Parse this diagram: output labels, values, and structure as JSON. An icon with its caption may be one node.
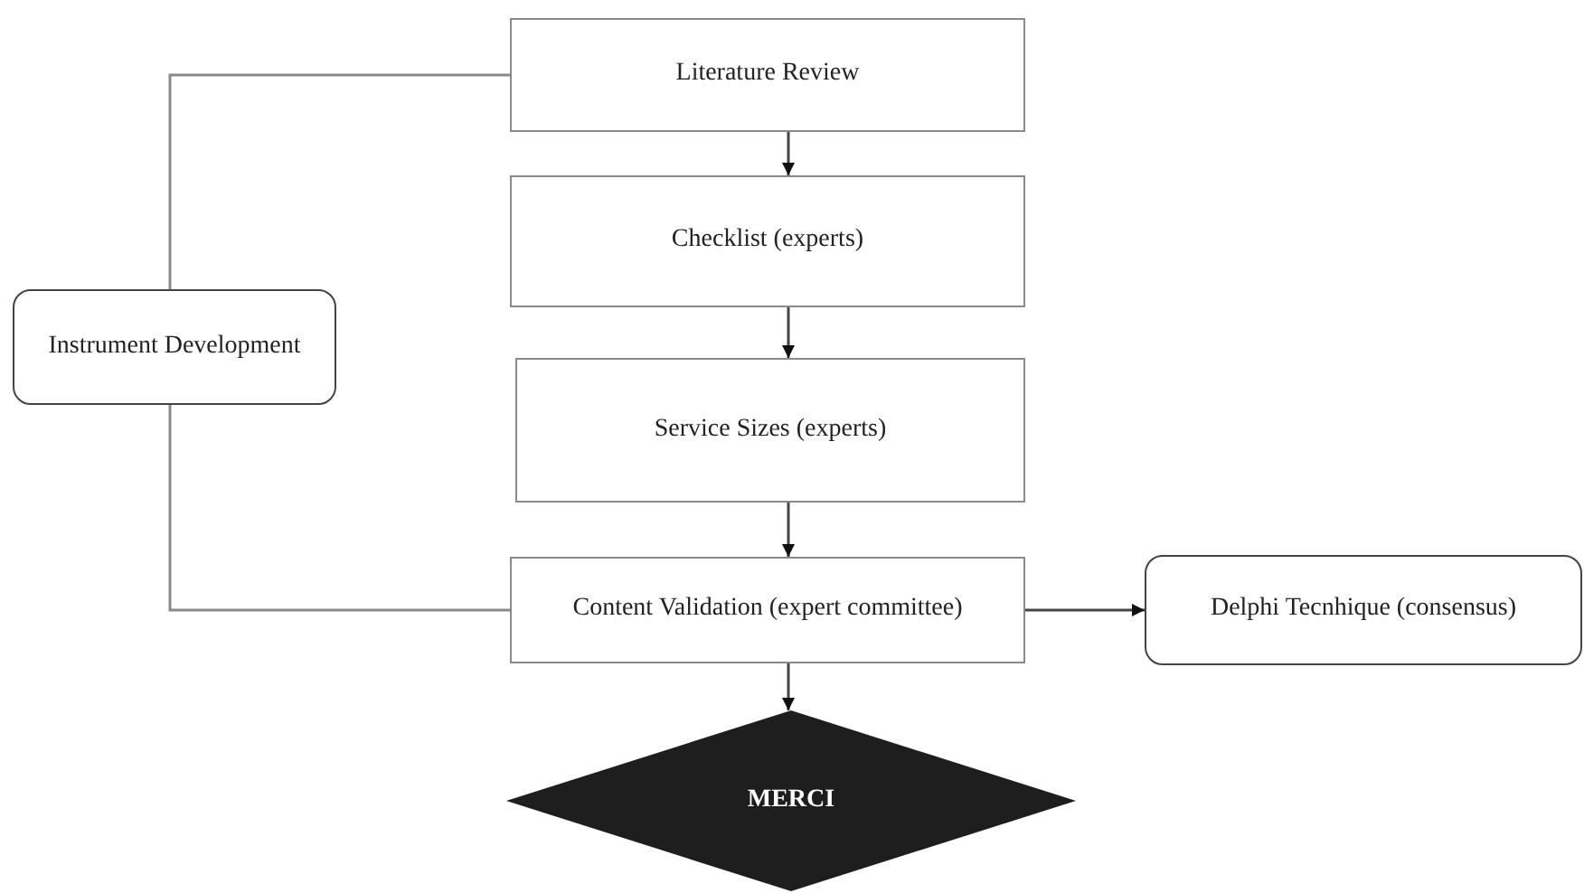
{
  "diagram": {
    "nodes": [
      {
        "text": [
          "Literature Review"
        ]
      },
      {
        "text": [
          "Checklist (experts)"
        ]
      },
      {
        "text": [
          "Service Sizes (experts)"
        ]
      },
      {
        "text": [
          "Content Validation (expert committee)"
        ]
      },
      {
        "text": [
          "Delphi Tecnhique (consensus)"
        ]
      },
      {
        "text": [
          "Instrument Development"
        ]
      },
      {
        "text": [
          "MERCI"
        ]
      }
    ],
    "edges": [
      {
        "from": 0,
        "to": 1,
        "arrow": "to"
      },
      {
        "from": 1,
        "to": 2,
        "arrow": "to"
      },
      {
        "from": 2,
        "to": 3,
        "arrow": "to"
      },
      {
        "from": 3,
        "to": 6,
        "arrow": "to"
      },
      {
        "from": 3,
        "to": 4,
        "arrow": "to"
      },
      {
        "from": 5,
        "to": 0,
        "arrow": "none"
      },
      {
        "from": 5,
        "to": 3,
        "arrow": "none"
      }
    ]
  }
}
